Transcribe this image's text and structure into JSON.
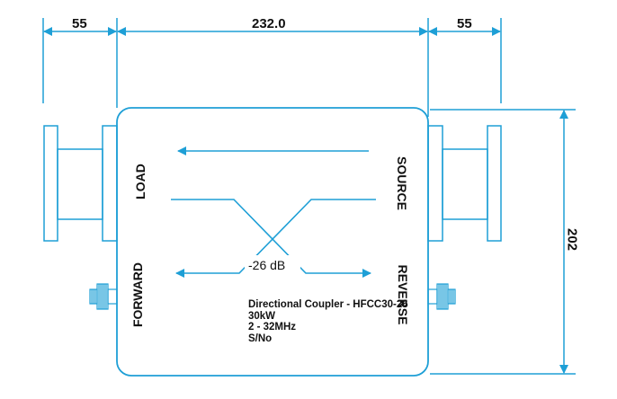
{
  "dimensions": {
    "left_flange": "55",
    "body_width": "232.0",
    "right_flange": "55",
    "height": "202"
  },
  "ports": {
    "load": "LOAD",
    "source": "SOURCE",
    "forward": "FORWARD",
    "reverse": "REVERSE"
  },
  "coupling": "-26 dB",
  "nameplate": {
    "line1": "Directional Coupler - HFCC30-26",
    "line2": "30kW",
    "line3": "2 - 32MHz",
    "line4": "S/No"
  },
  "colors": {
    "dimension_lines": "#1e9fd6",
    "outline": "#1e9fd6",
    "text": "#111111"
  }
}
